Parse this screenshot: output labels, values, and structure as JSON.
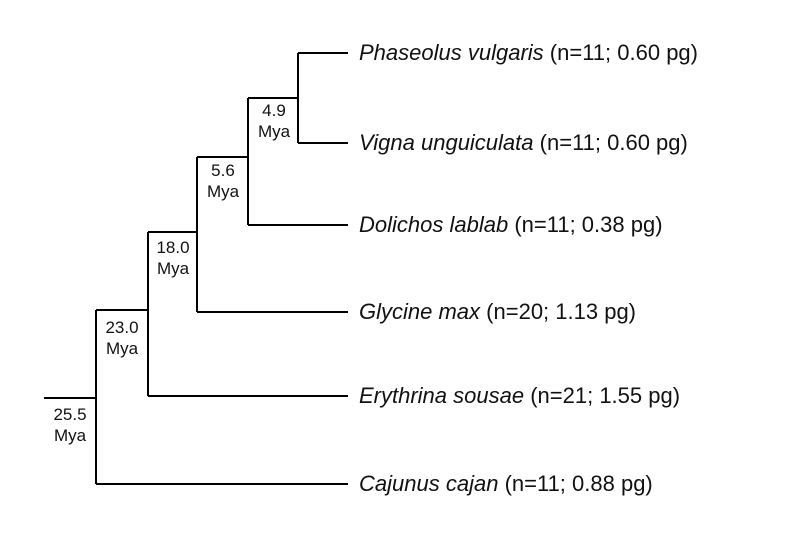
{
  "taxa": [
    {
      "species": "Phaseolus vulgaris",
      "detail": "(n=11; 0.60 pg)"
    },
    {
      "species": "Vigna unguiculata",
      "detail": "(n=11; 0.60 pg)"
    },
    {
      "species": "Dolichos lablab",
      "detail": "(n=11; 0.38 pg)"
    },
    {
      "species": "Glycine max",
      "detail": "(n=20; 1.13 pg)"
    },
    {
      "species": "Erythrina sousae",
      "detail": " (n=21; 1.55 pg)"
    },
    {
      "species": "Cajunus cajan",
      "detail": "(n=11; 0.88 pg)"
    }
  ],
  "nodes": [
    {
      "age": "4.9",
      "unit": "Mya"
    },
    {
      "age": "5.6",
      "unit": "Mya"
    },
    {
      "age": "18.0",
      "unit": "Mya"
    },
    {
      "age": "23.0",
      "unit": "Mya"
    },
    {
      "age": "25.5",
      "unit": "Mya"
    }
  ],
  "colors": {
    "line": "#000000",
    "text": "#111111"
  }
}
